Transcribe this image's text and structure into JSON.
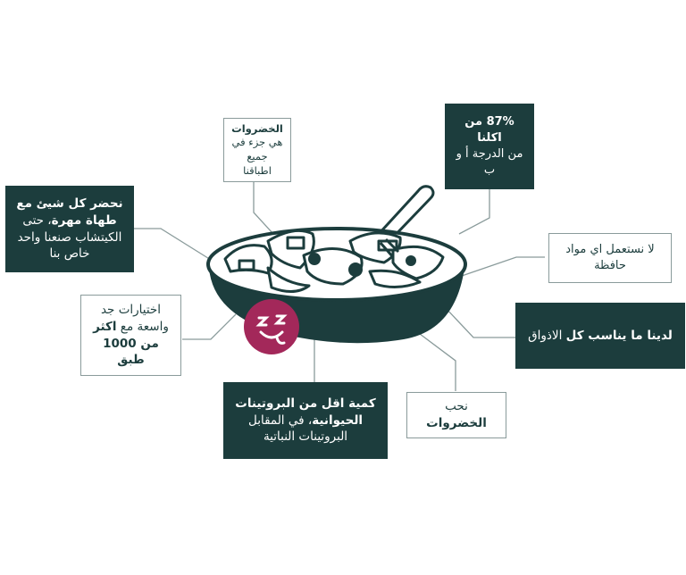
{
  "callouts": {
    "veg_part": {
      "bold": "الخضروات",
      "rest": "هي جزء في جميع اطباقنا"
    },
    "ab_grade": {
      "bold": "87% من اكلنا",
      "rest": "من الدرجة أ و ب"
    },
    "chef": {
      "bold": "نحضر كل شيئ مع طهاة مهرة",
      "rest": "، حتى الكيتشاب صنعنا واحد خاص بنا"
    },
    "no_preservatives": {
      "text": "لا نستعمل اي مواد حافظة"
    },
    "choices": {
      "text1": "اختيارات جد واسعة مع ",
      "bold": "اكثر من 1000 طبق"
    },
    "tastes": {
      "bold": "لدينا ما يناسب كل",
      "rest": " الاذواق"
    },
    "protein": {
      "bold": "كمية اقل من البروتينات الحيوانية",
      "rest": "، في المقابل البروتينات النباتية"
    },
    "love_veg": {
      "text": "نحب ",
      "bold": "الخضروات"
    }
  },
  "colors": {
    "dark": "#1c3d3d",
    "logo": "#a3285a",
    "line": "#8a9b9b"
  },
  "logo": {
    "icon": "smiley-face-icon"
  }
}
